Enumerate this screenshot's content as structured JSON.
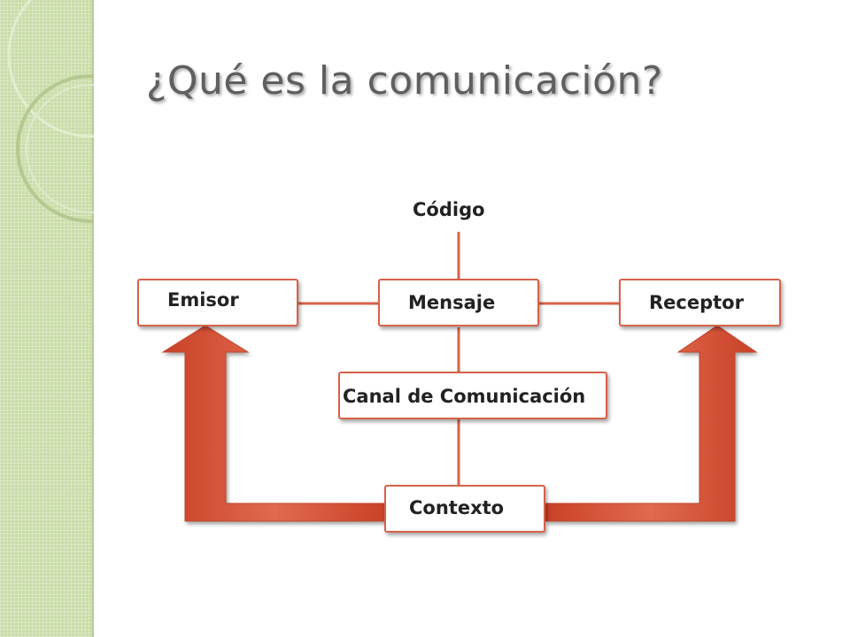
{
  "title": "¿Qué es la comunicación?",
  "diagram": {
    "codigo": "Código",
    "emisor": "Emisor",
    "mensaje": "Mensaje",
    "receptor": "Receptor",
    "canal": "Canal de Comunicación",
    "contexto": "Contexto"
  },
  "colors": {
    "accent": "#d6624a",
    "arrow": "#d65236",
    "sidebar": "#c9dca8",
    "title": "#5f5f5f"
  }
}
